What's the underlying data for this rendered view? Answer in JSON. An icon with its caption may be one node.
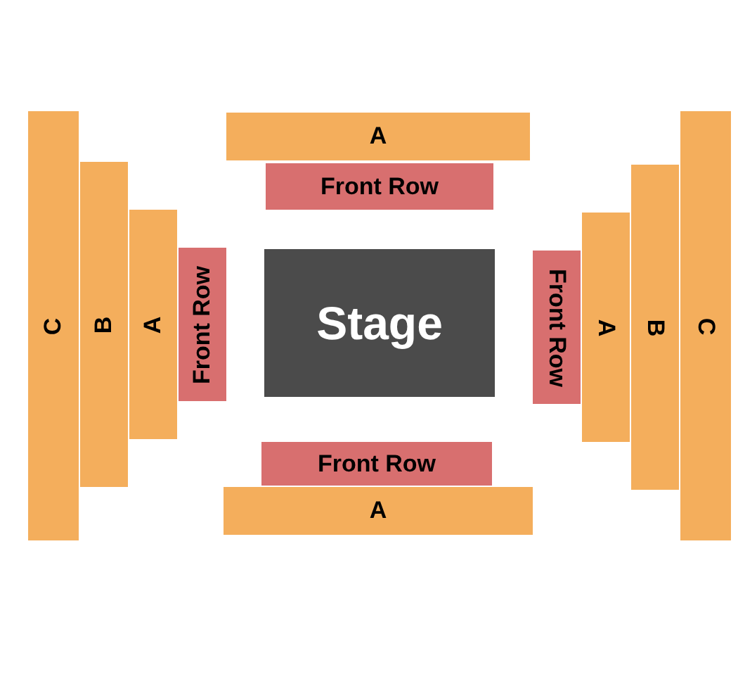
{
  "diagram": {
    "nodes": [
      {
        "text": [
          "A"
        ]
      },
      {
        "text": [
          "Front Row"
        ]
      },
      {
        "text": [
          "C"
        ]
      },
      {
        "text": [
          "B"
        ]
      },
      {
        "text": [
          "A"
        ]
      },
      {
        "text": [
          "Front Row"
        ]
      },
      {
        "text": [
          "Stage"
        ]
      },
      {
        "text": [
          "Front Row"
        ]
      },
      {
        "text": [
          "A"
        ]
      },
      {
        "text": [
          "B"
        ]
      },
      {
        "text": [
          "C"
        ]
      },
      {
        "text": [
          "Front Row"
        ]
      },
      {
        "text": [
          "A"
        ]
      }
    ]
  }
}
